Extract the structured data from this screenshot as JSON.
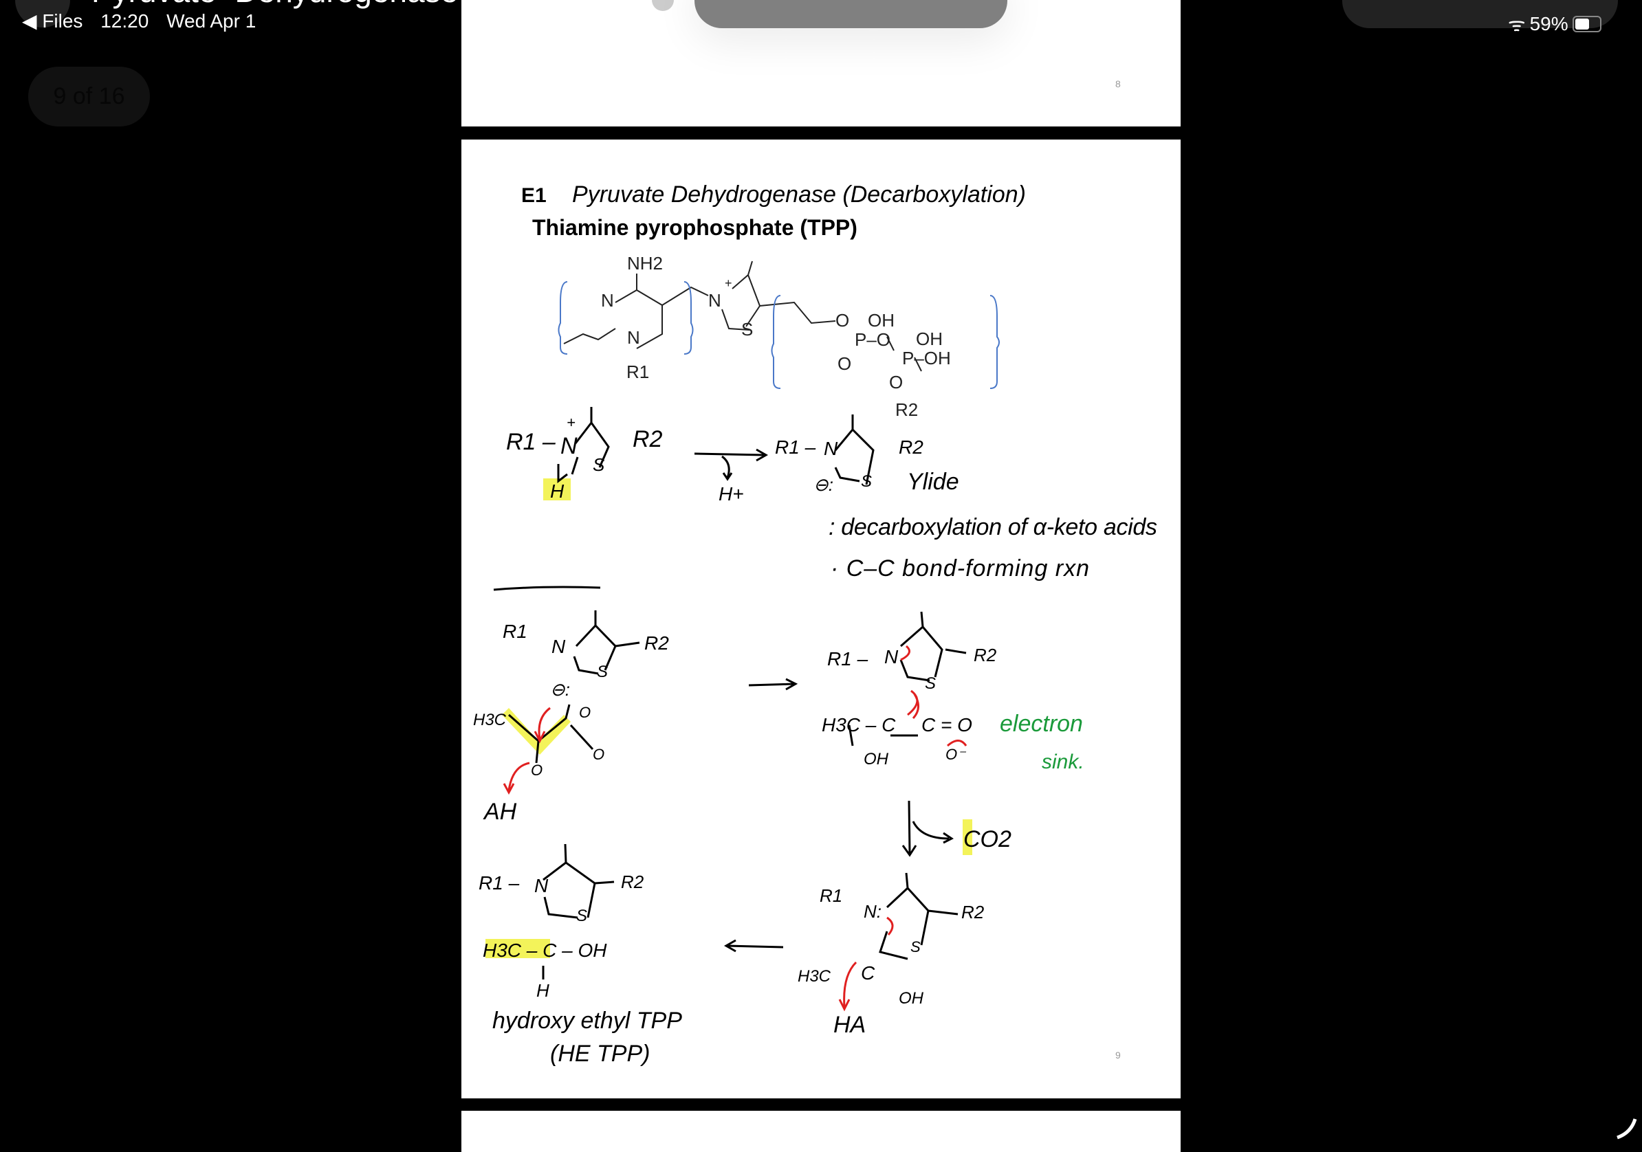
{
  "status_bar": {
    "back_label": "◀ Files",
    "time": "12:20",
    "date": "Wed Apr 1",
    "battery": "59%",
    "wifi_icon": "wifi-icon",
    "battery_icon": "battery-icon"
  },
  "document": {
    "title": "Pyruvate+Dehydrogenase+Compl",
    "page_indicator": "9 of 16"
  },
  "toolbar": {
    "icons": [
      "markup-icon",
      "text-box-icon",
      "selection-icon",
      "crop-icon"
    ],
    "right_icons": [
      "text-cursor-icon",
      "share-icon",
      "search-icon",
      "more-icon"
    ]
  },
  "pages": {
    "prev_page_number": "8",
    "current_page_number": "9",
    "heading_prefix": "E1",
    "heading": "Pyruvate Dehydrogenase (Decarboxylation)",
    "subheading": "Thiamine pyrophosphate (TPP)",
    "tpp": {
      "nh2": "NH2",
      "n1": "N",
      "n2": "N",
      "n3": "N",
      "plus": "+",
      "s": "S",
      "o1": "O",
      "oh1": "OH",
      "p1": "P–O",
      "oh2": "OH",
      "p2": "P–OH",
      "o2": "O",
      "o3": "O",
      "r1": "R1",
      "r2": "R2"
    },
    "step1": {
      "r1": "R1 –",
      "n": "N",
      "plus": "+",
      "r2": "R2",
      "s": "S",
      "h": "H",
      "proton": "H+",
      "r1b": "R1 –",
      "nb": "N",
      "r2b": "R2",
      "sb": "S",
      "carbanion": "⊖:",
      "ylide": "Ylide"
    },
    "notes": [
      ": decarboxylation of α-keto acids",
      "· C–C bond-forming rxn"
    ],
    "step2": {
      "r1": "R1",
      "n": "N",
      "r2": "R2",
      "s": "S",
      "carbanion": "⊖:",
      "h3c": "H3C",
      "o1": "O",
      "o2": "O",
      "o3": "O",
      "ah": "AH"
    },
    "step3": {
      "r1": "R1 –",
      "n": "N",
      "r2": "R2",
      "s": "S",
      "h3c": "H3C – C",
      "c": "C = O",
      "oh": "OH",
      "o_minus": "O⁻",
      "electron": "electron",
      "sink": "sink."
    },
    "co2": "CO2",
    "step4": {
      "r1": "R1",
      "n": "N:",
      "r2": "R2",
      "s": "S",
      "h3c": "H3C",
      "c": "C",
      "oh": "OH",
      "ha": "HA"
    },
    "step5": {
      "r1": "R1 –",
      "n": "N",
      "r2": "R2",
      "s": "S",
      "chain": "H3C – C – OH",
      "h": "H",
      "name": "hydroxy ethyl TPP",
      "abbr": "(HE TPP)"
    },
    "colors": {
      "highlight": "#f3f35a",
      "arrow_red": "#e02020",
      "note_green": "#1a9a3a",
      "bracket_blue": "#4a78c8"
    }
  }
}
